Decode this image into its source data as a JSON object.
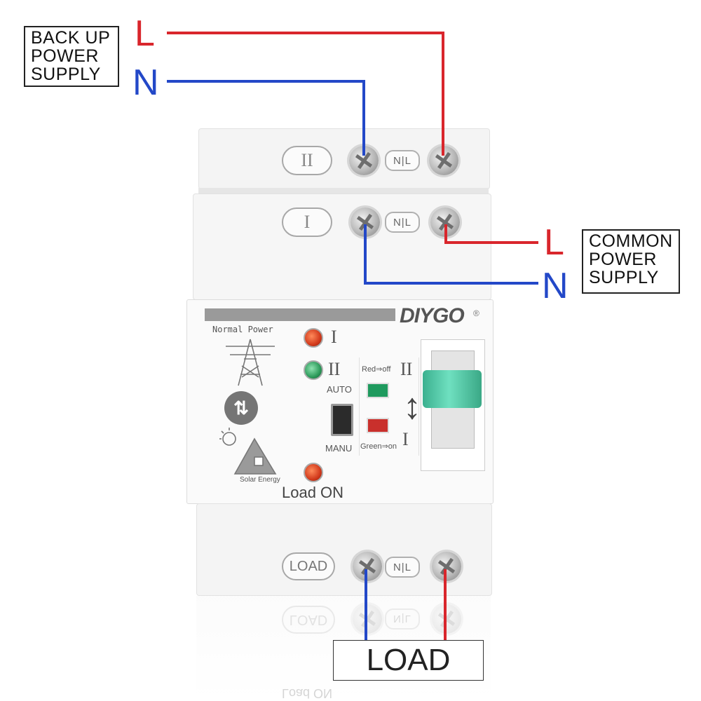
{
  "labels": {
    "backup_line1": "BACK UP",
    "backup_line2": "POWER",
    "backup_line3": "SUPPLY",
    "common_line1": "COMMON",
    "common_line2": "POWER",
    "common_line3": "SUPPLY",
    "load_box": "LOAD"
  },
  "wires": {
    "backup_L": "L",
    "backup_N": "N",
    "common_L": "L",
    "common_N": "N"
  },
  "device": {
    "brand": "DIYGO",
    "registered": "®",
    "slot_II": "II",
    "slot_I": "I",
    "slot_load": "LOAD",
    "nl": "N|L",
    "normal_power": "Normal Power",
    "solar_energy": "Solar Energy",
    "led_I": "I",
    "led_II": "II",
    "auto": "AUTO",
    "manu": "MANU",
    "red_off": "Red⇒off",
    "green_on": "Green⇒on",
    "ind_II": "II",
    "ind_I": "I",
    "load_on": "Load ON",
    "reflection_load": "LOAD",
    "reflection_nl": "N|L",
    "reflection_load_on": "Load ON"
  },
  "colors": {
    "live_wire": "#d9262c",
    "neutral_wire": "#2348c8",
    "handle": "#4fcaa6",
    "led_red": "#d23a1c",
    "led_green": "#2c9a5a",
    "indicator_green": "#1f9a5e",
    "indicator_red": "#c9302c"
  }
}
